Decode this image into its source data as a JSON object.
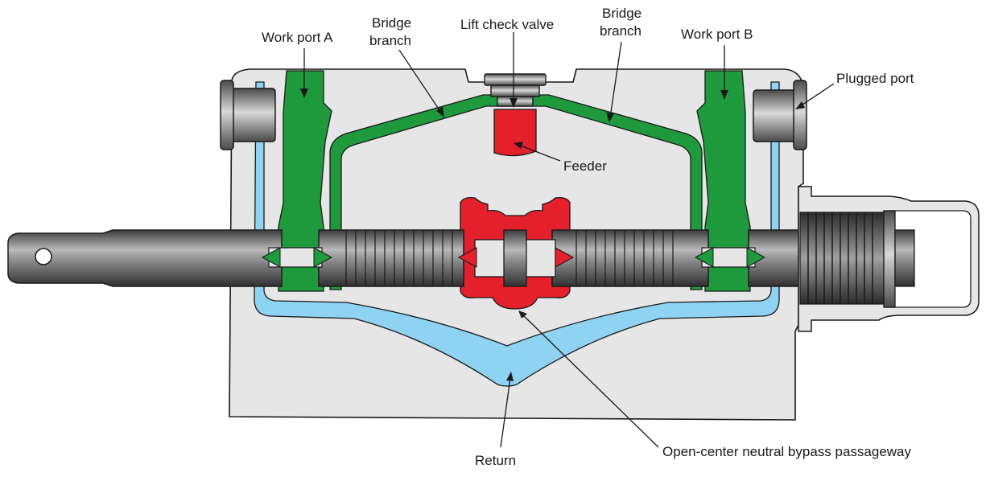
{
  "labels": {
    "work_port_a": "Work port A",
    "bridge_branch_left_line1": "Bridge",
    "bridge_branch_left_line2": "branch",
    "lift_check_valve": "Lift check valve",
    "bridge_branch_right_line1": "Bridge",
    "bridge_branch_right_line2": "branch",
    "work_port_b": "Work port B",
    "plugged_port": "Plugged port",
    "feeder": "Feeder",
    "return": "Return",
    "bypass": "Open-center neutral bypass passageway"
  },
  "colors": {
    "housing": "#e6e6e6",
    "work_port": "#1e9a3c",
    "feeder": "#e3202b",
    "return": "#8fd3f2",
    "spool": "#5a5a5a",
    "outline": "#1a1a1a"
  }
}
